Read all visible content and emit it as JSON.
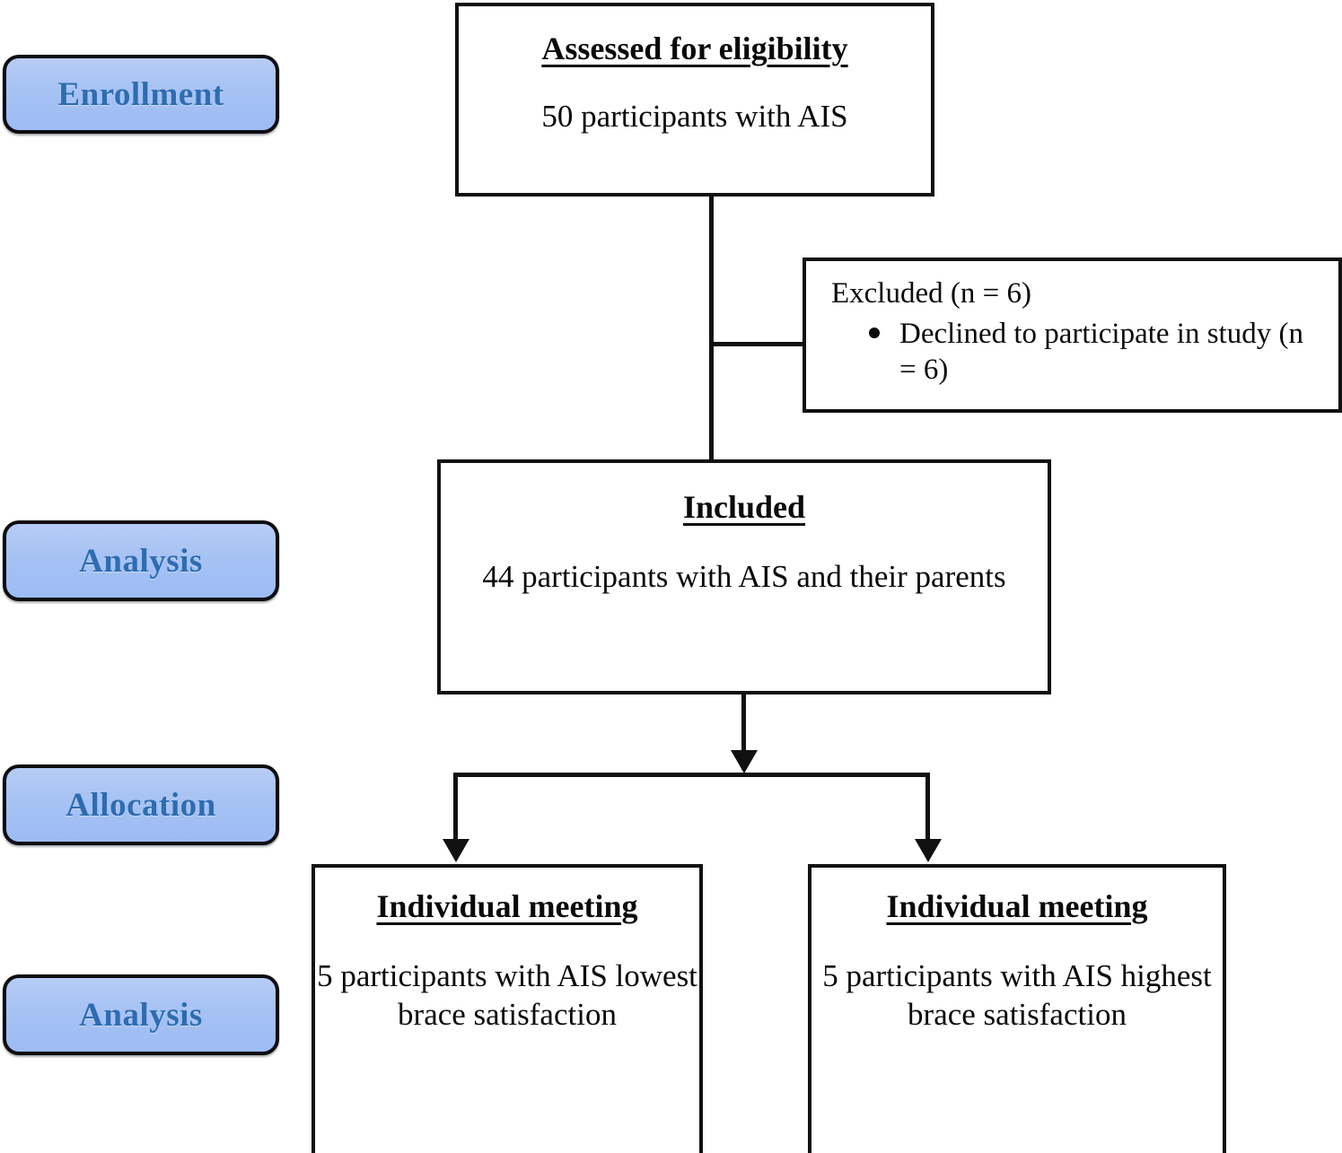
{
  "diagram": {
    "title": "CONSORT-style participant flow diagram",
    "accent_color": "#a6c2f4",
    "label_text_color": "#2e6cb0",
    "line_color": "#111111",
    "stages": [
      {
        "id": "enrollment",
        "label": "Enrollment"
      },
      {
        "id": "analysis-top",
        "label": "Analysis"
      },
      {
        "id": "allocation",
        "label": "Allocation"
      },
      {
        "id": "analysis-bottom",
        "label": "Analysis"
      }
    ],
    "boxes": {
      "assessed": {
        "title": "Assessed for eligibility",
        "text": "50 participants with AIS"
      },
      "excluded": {
        "heading": "Excluded (n = 6)",
        "items": [
          "Declined to participate in study (n = 6)"
        ]
      },
      "included": {
        "title": "Included",
        "text": "44 participants with AIS and their parents"
      },
      "lowest": {
        "title": "Individual meeting",
        "text": "5 participants with AIS lowest brace satisfaction"
      },
      "highest": {
        "title": "Individual meeting",
        "text": "5 participants with AIS highest brace satisfaction"
      }
    }
  }
}
